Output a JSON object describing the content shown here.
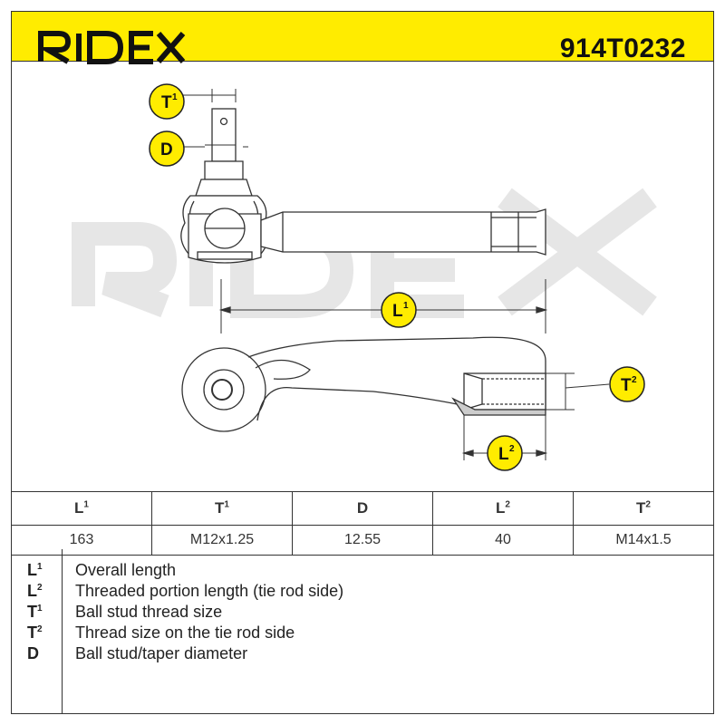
{
  "header": {
    "brand": "RIDEX",
    "part_number": "914T0232",
    "background_color": "#ffec00"
  },
  "drawing": {
    "watermark": "RIDEX",
    "callouts": {
      "t1": {
        "letter": "T",
        "index": "1"
      },
      "d": {
        "letter": "D",
        "index": ""
      },
      "l1": {
        "letter": "L",
        "index": "1"
      },
      "t2": {
        "letter": "T",
        "index": "2"
      },
      "l2": {
        "letter": "L",
        "index": "2"
      }
    },
    "callout_color": "#ffec00"
  },
  "spec_table": {
    "columns": [
      {
        "letter": "L",
        "index": "1"
      },
      {
        "letter": "T",
        "index": "1"
      },
      {
        "letter": "D",
        "index": ""
      },
      {
        "letter": "L",
        "index": "2"
      },
      {
        "letter": "T",
        "index": "2"
      }
    ],
    "values": [
      "163",
      "M12x1.25",
      "12.55",
      "40",
      "M14x1.5"
    ]
  },
  "legend": [
    {
      "letter": "L",
      "index": "1",
      "text": "Overall length"
    },
    {
      "letter": "L",
      "index": "2",
      "text": "Threaded portion length (tie rod side)"
    },
    {
      "letter": "T",
      "index": "1",
      "text": "Ball stud thread size"
    },
    {
      "letter": "T",
      "index": "2",
      "text": "Thread size on the tie rod side"
    },
    {
      "letter": "D",
      "index": "",
      "text": "Ball stud/taper diameter"
    }
  ]
}
